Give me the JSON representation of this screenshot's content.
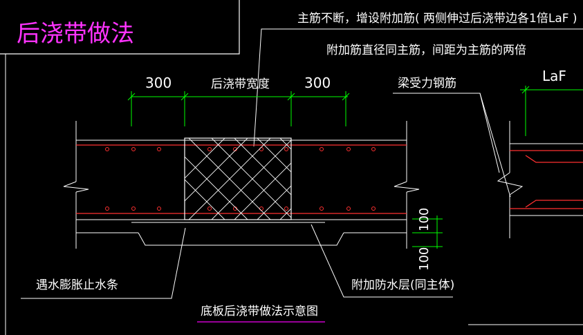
{
  "title_block": {
    "title": "后浇带做法"
  },
  "annotations": {
    "note_main_rebar": "主筋不断，增设附加筋( 两侧伸过后浇带边各1倍LaF )",
    "note_add_rebar": "附加筋直径同主筋，间距为主筋的两倍",
    "beam_rebar": "梁受力钢筋",
    "water_stop": "遇水膨胀止水条",
    "waterproof_layer": "附加防水层(同主体)",
    "caption": "底板后浇带做法示意图"
  },
  "dimensions": {
    "left_300": "300",
    "band_width": "后浇带宽度",
    "right_300": "300",
    "laf": "LaF",
    "dim_100_top": "100",
    "dim_100_bottom": "100"
  },
  "colors": {
    "background": "#000000",
    "line": "#ffffff",
    "dimension": "#00ff00",
    "rebar": "#ff3030",
    "title": "#ff33ff",
    "caption_underline": "#cc00cc"
  }
}
